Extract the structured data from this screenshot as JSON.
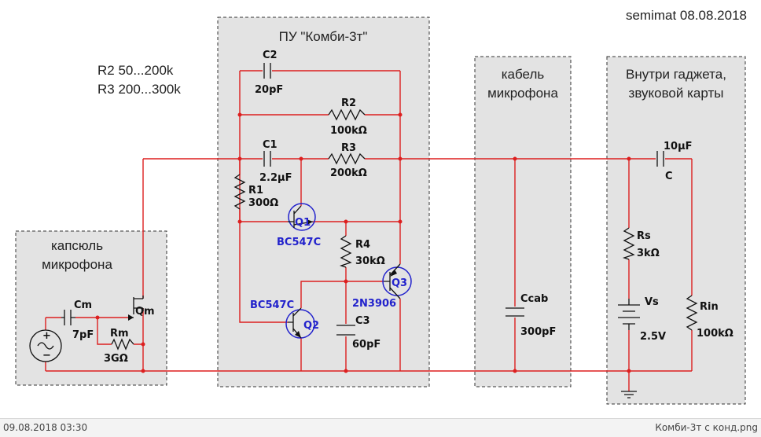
{
  "watermark": "semimat 08.08.2018",
  "notes": {
    "r2": "R2  50...200k",
    "r3": "R3  200...300k"
  },
  "blocks": {
    "capsule": {
      "line1": "капсюль",
      "line2": "микрофона"
    },
    "preamp": {
      "title": "ПУ  \"Комби-3т\""
    },
    "cable": {
      "line1": "кабель",
      "line2": "микрофона"
    },
    "gadget": {
      "line1": "Внутри гаджета,",
      "line2": "звуковой карты"
    }
  },
  "components": {
    "c2": {
      "name": "C2",
      "value": "20pF"
    },
    "r2": {
      "name": "R2",
      "value": "100kΩ"
    },
    "c1": {
      "name": "C1",
      "value": "2.2μF"
    },
    "r3": {
      "name": "R3",
      "value": "200kΩ"
    },
    "r1": {
      "name": "R1",
      "value": "300Ω"
    },
    "q1": {
      "name": "Q1",
      "model": "BC547C"
    },
    "r4": {
      "name": "R4",
      "value": "30kΩ"
    },
    "q2": {
      "name": "Q2",
      "model": "BC547C"
    },
    "q3": {
      "name": "Q3",
      "model": "2N3906"
    },
    "c3": {
      "name": "C3",
      "value": "60pF"
    },
    "cm": {
      "name": "Cm",
      "value": "7pF"
    },
    "rm": {
      "name": "Rm",
      "value": "3GΩ"
    },
    "qm": {
      "name": "Qm"
    },
    "ccab": {
      "name": "Ccab",
      "value": "300pF"
    },
    "cout": {
      "name": "C",
      "value": "10μF"
    },
    "rs": {
      "name": "Rs",
      "value": "3kΩ"
    },
    "vs": {
      "name": "Vs",
      "value": "2.5V"
    },
    "rin": {
      "name": "Rin",
      "value": "100kΩ"
    }
  },
  "statusbar": {
    "date": "09.08.2018 03:30",
    "file": "Комби-3т с конд.png"
  }
}
